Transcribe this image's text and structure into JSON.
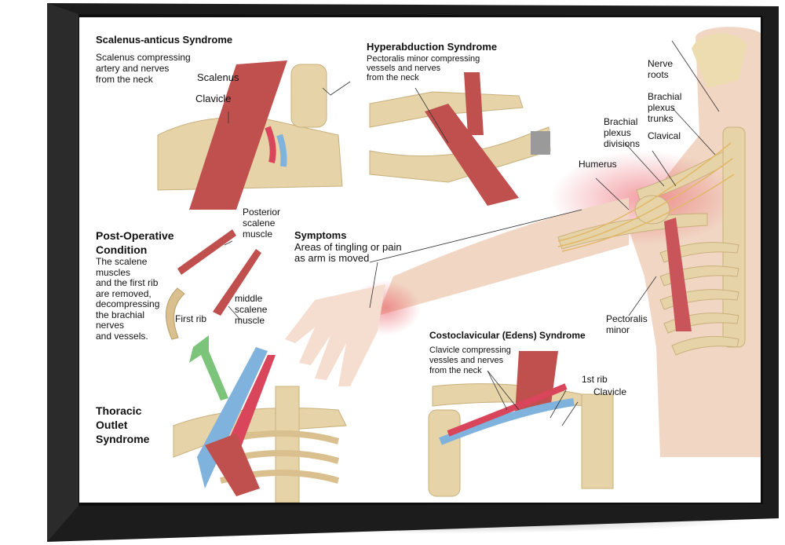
{
  "scalenus_anticus": {
    "title": "Scalenus-anticus Syndrome",
    "description": "Scalenus compressing\nartery and nerves\nfrom the neck",
    "labels": {
      "scalenus": "Scalenus",
      "clavicle": "Clavicle"
    }
  },
  "hyperabduction": {
    "title": "Hyperabduction Syndrome",
    "description": "Pectoralis minor compressing\nvessels and nerves\nfrom the neck"
  },
  "post_operative": {
    "title": "Post-Operative\nCondition",
    "description": "The scalene\nmuscles\nand the first rib\nare removed,\ndecompressing\nthe brachial\nnerves\nand vessels.",
    "labels": {
      "posterior_scalene": "Posterior\nscalene\nmuscle",
      "middle_scalene": "middle\nscalene\nmuscle",
      "first_rib": "First rib"
    }
  },
  "symptoms": {
    "title": "Symptoms",
    "description": "Areas of tingling or pain\nas arm is moved"
  },
  "thoracic_outlet": {
    "title": "Thoracic\nOutlet\nSyndrome"
  },
  "costoclavicular": {
    "title": "Costoclavicular (Edens) Syndrome",
    "description": "Clavicle compressing\nvessles and nerves\nfrom the neck",
    "labels": {
      "first_rib": "1st rib",
      "clavicle": "Clavicle"
    }
  },
  "anatomy_labels": {
    "nerve_roots": "Nerve\nroots",
    "brachial_plexus_trunks": "Brachial\nplexus\ntrunks",
    "brachial_plexus_divisions": "Brachial\nplexus\ndivisions",
    "clavical": "Clavical",
    "humerus": "Humerus",
    "pectoralis_minor": "Pectoralis\nminor"
  },
  "colors": {
    "frame": "#1a1a1a",
    "muscle": "#c0504d",
    "bone": "#e6d3a8",
    "skin": "#f3d9c8",
    "artery": "#d9455a",
    "vein": "#7fb2dc",
    "arrow": "#7cc47a"
  }
}
